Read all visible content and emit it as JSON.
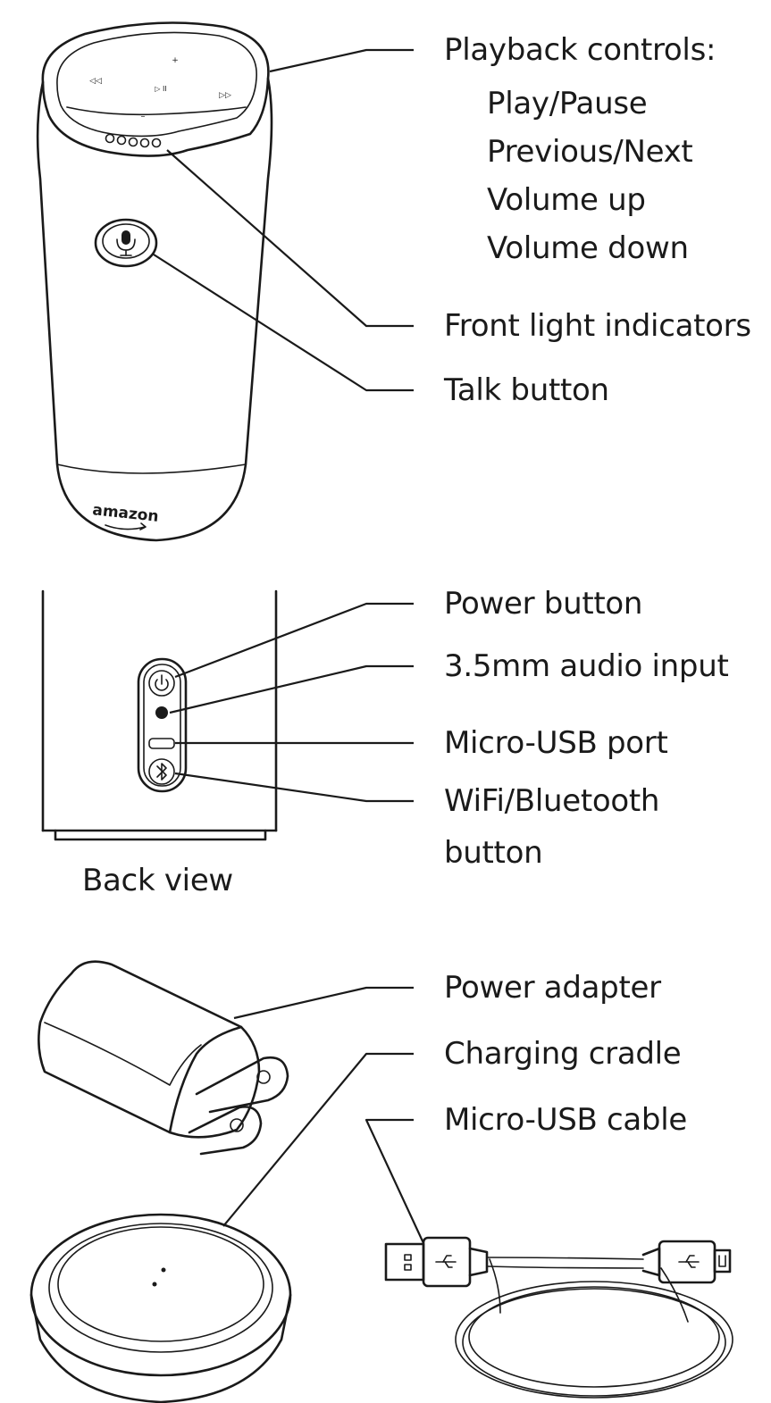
{
  "labels": {
    "playback_controls": "Playback controls:",
    "play_pause": "Play/Pause",
    "previous_next": "Previous/Next",
    "volume_up": "Volume up",
    "volume_down": "Volume down",
    "front_light_indicators": "Front light indicators",
    "talk_button": "Talk button",
    "power_button": "Power button",
    "audio_input": "3.5mm audio input",
    "micro_usb_port": "Micro-USB port",
    "wifi_bluetooth_line1": "WiFi/Bluetooth",
    "wifi_bluetooth_line2": "button",
    "back_view": "Back view",
    "power_adapter": "Power adapter",
    "charging_cradle": "Charging cradle",
    "micro_usb_cable": "Micro-USB cable"
  },
  "device": {
    "logo": "amazon"
  },
  "icons": {
    "microphone": "microphone-icon",
    "power": "power-icon",
    "bluetooth": "bluetooth-icon",
    "usb": "usb-icon"
  }
}
